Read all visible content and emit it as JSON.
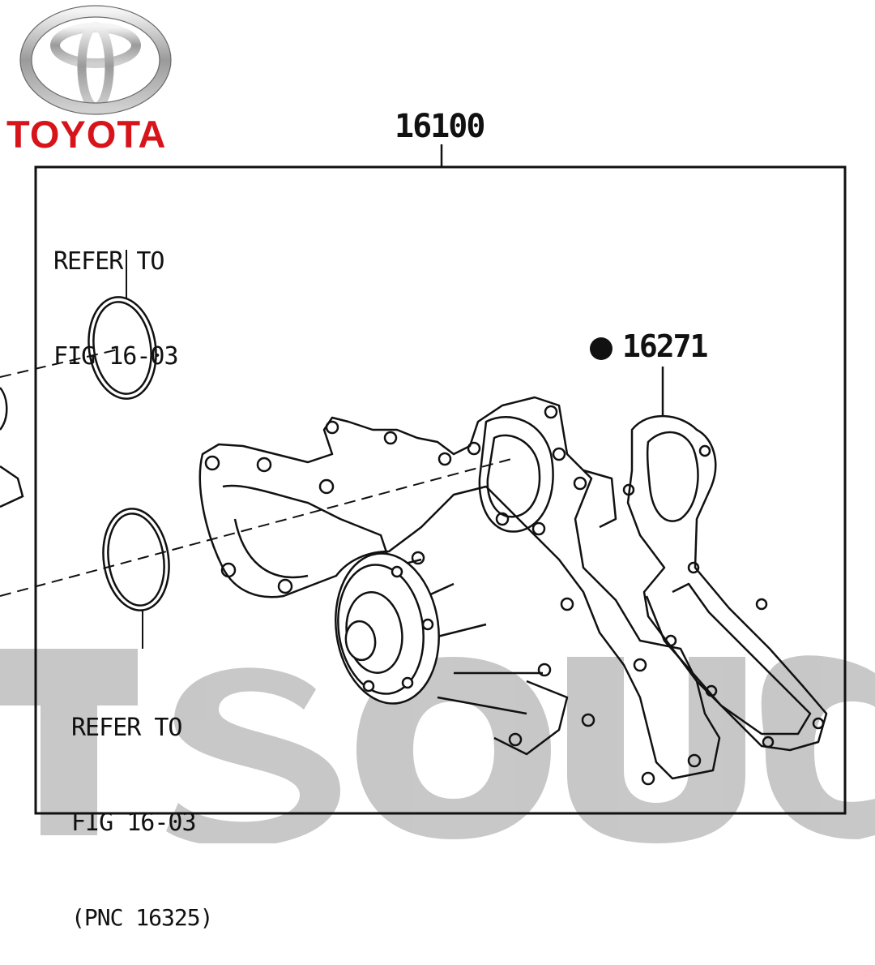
{
  "brand": {
    "name": "TOYOTA",
    "color": "#d7141a"
  },
  "assembly": {
    "pnc": "16100"
  },
  "gasket": {
    "pnc": "16271",
    "marker": "non-reusable-part-dot"
  },
  "references": {
    "top": {
      "line1": "REFER TO",
      "line2": "FIG 16-03"
    },
    "bottom": {
      "line1": "REFER TO",
      "line2": "FIG 16-03",
      "line3": "(PNC 16325)"
    }
  },
  "watermark": {
    "text": "TSOUG",
    "color": "#b8b8b8"
  }
}
